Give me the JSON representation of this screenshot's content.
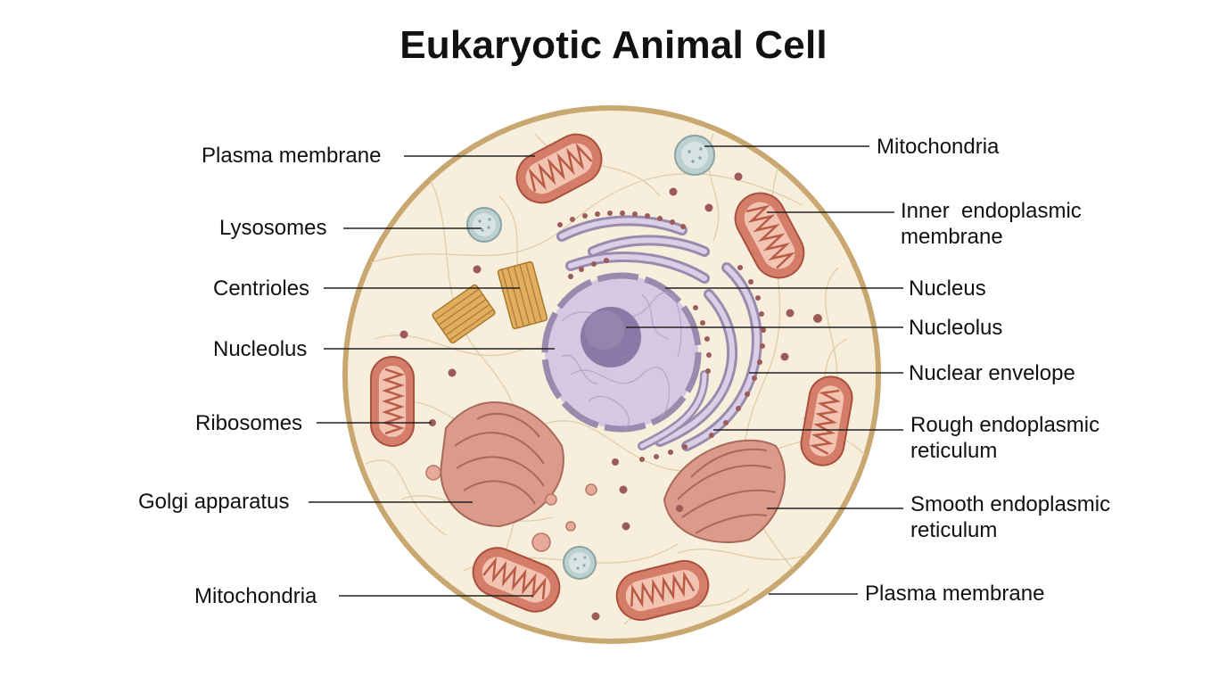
{
  "title": "Eukaryotic Animal Cell",
  "colors": {
    "membrane": "#c9a770",
    "cytoplasm": "#f7efdc",
    "fiber": "#d9c6a3",
    "mito_fill": "#d47d68",
    "mito_inner": "#f2c3b0",
    "nucleus": "#d6c8e3",
    "nucleolus": "#8a78a6",
    "envelope": "#9a8aae",
    "er": "#b5a9c4",
    "ribosome": "#9c5a58",
    "golgi": "#dc9b8a",
    "centriole": "#d9a455",
    "lysosome": "#bcd0d0"
  },
  "labels": {
    "left": [
      {
        "id": "plasma-membrane-left",
        "text": "Plasma membrane"
      },
      {
        "id": "lysosomes",
        "text": "Lysosomes"
      },
      {
        "id": "centrioles",
        "text": "Centrioles"
      },
      {
        "id": "nucleolus-left",
        "text": "Nucleolus"
      },
      {
        "id": "ribosomes",
        "text": "Ribosomes"
      },
      {
        "id": "golgi-apparatus",
        "text": "Golgi apparatus"
      },
      {
        "id": "mitochondria-left",
        "text": "Mitochondria"
      }
    ],
    "right": [
      {
        "id": "mitochondria-right",
        "lines": [
          "Mitochondria"
        ]
      },
      {
        "id": "inner-endoplasmic-membrane",
        "lines": [
          "Inner  endoplasmic",
          "membrane"
        ]
      },
      {
        "id": "nucleus",
        "lines": [
          "Nucleus"
        ]
      },
      {
        "id": "nucleolus-right",
        "lines": [
          "Nucleolus"
        ]
      },
      {
        "id": "nuclear-envelope",
        "lines": [
          "Nuclear envelope"
        ]
      },
      {
        "id": "rough-endoplasmic-reticulum",
        "lines": [
          "Rough endoplasmic",
          "reticulum"
        ]
      },
      {
        "id": "smooth-endoplasmic-reticulum",
        "lines": [
          "Smooth endoplasmic",
          "reticulum"
        ]
      },
      {
        "id": "plasma-membrane-right",
        "lines": [
          "Plasma membrane"
        ]
      }
    ]
  }
}
